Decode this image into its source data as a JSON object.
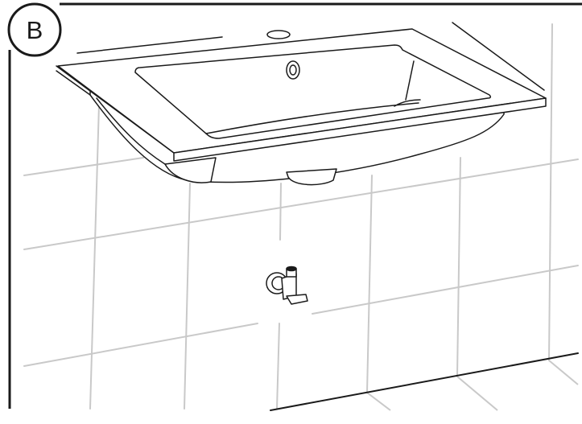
{
  "step": {
    "label": "B"
  },
  "components": {
    "basin": "washbasin",
    "valve": "angle-valve",
    "wall": "tiled-wall",
    "floor": "floor-line"
  },
  "colors": {
    "ink": "#1a1a1a",
    "tile_grout": "#c9c9c9",
    "background": "#ffffff"
  }
}
